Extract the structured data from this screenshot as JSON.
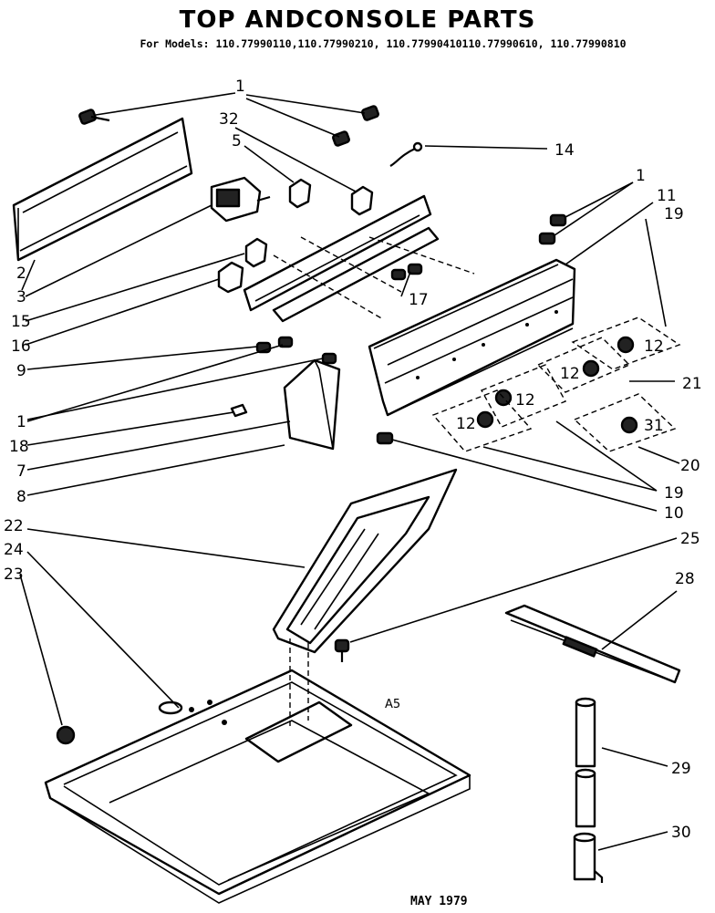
{
  "title": "TOP ANDCONSOLE PARTS",
  "models_line": "For Models: 110.77990110,110.77990210, 110.77990410110.77990610, 110.77990810",
  "corner_code": "A5",
  "date": "MAY 1979",
  "callouts": {
    "c1_top": "1",
    "c32": "32",
    "c5": "5",
    "c14": "14",
    "c1_right": "1",
    "c11": "11",
    "c19_top": "19",
    "c2": "2",
    "c3": "3",
    "c15": "15",
    "c16": "16",
    "c17": "17",
    "c9": "9",
    "c1_left": "1",
    "c18": "18",
    "c7": "7",
    "c8": "8",
    "c10": "10",
    "c19_bottom": "19",
    "c20": "20",
    "c21": "21",
    "c12_a": "12",
    "c12_b": "12",
    "c12_c": "12",
    "c12_d": "12",
    "c31": "31",
    "c22": "22",
    "c24": "24",
    "c23": "23",
    "c25": "25",
    "c28": "28",
    "c29": "29",
    "c30": "30"
  }
}
